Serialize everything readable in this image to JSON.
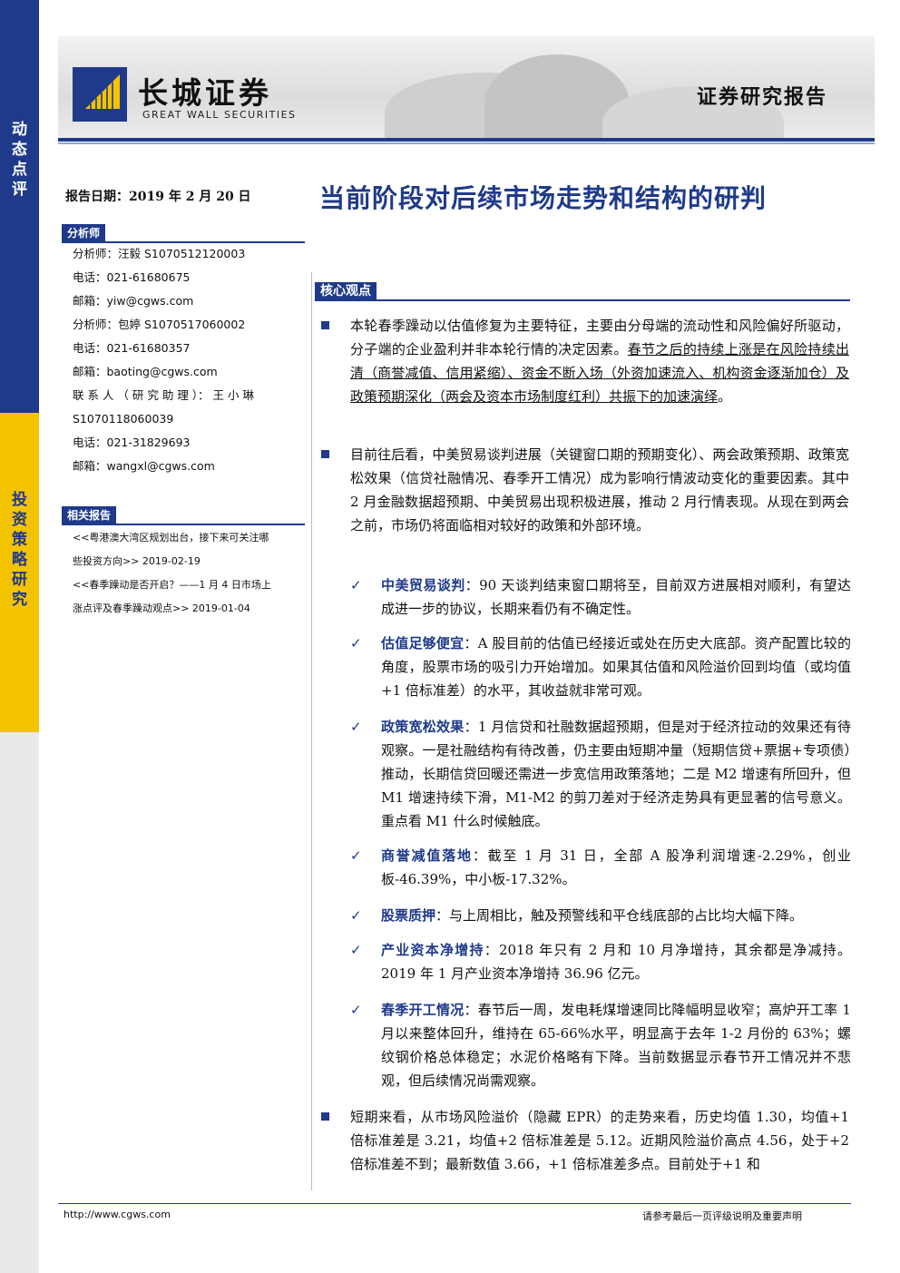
{
  "side_band": {
    "top_label": [
      "动",
      "态",
      "点",
      "评"
    ],
    "mid_label": [
      "投",
      "资",
      "策",
      "略",
      "研",
      "究"
    ]
  },
  "header": {
    "brand_cn": "长城证券",
    "brand_en": "GREAT WALL SECURITIES",
    "report_type": "证券研究报告"
  },
  "sidebar": {
    "date": "报告日期：2019 年 2 月 20 日",
    "analyst_head": "分析师",
    "contacts": [
      "分析师：汪毅 S1070512120003",
      "电话：021-61680675",
      "邮箱：yiw@cgws.com",
      "分析师：包婷 S1070517060002",
      "电话：021-61680357",
      "邮箱：baoting@cgws.com",
      "联 系 人 （ 研 究 助 理 ）： 王 小 琳",
      "S1070118060039",
      "电话：021-31829693",
      "邮箱：wangxl@cgws.com"
    ],
    "related_head": "相关报告",
    "related": [
      "<<粤港澳大湾区规划出台，接下来可关注哪",
      "些投资方向>> 2019-02-19",
      "<<春季躁动是否开启？——1 月 4 日市场上",
      "涨点评及春季躁动观点>> 2019-01-04"
    ]
  },
  "main": {
    "title": "当前阶段对后续市场走势和结构的研判",
    "core_head": "核心观点",
    "p1_plain": "本轮春季躁动以估值修复为主要特征，主要由分母端的流动性和风险偏好所驱动，分子端的企业盈利并非本轮行情的决定因素。",
    "p1_underlined": "春节之后的持续上涨是在风险持续出清（商誉减值、信用紧缩）、资金不断入场（外资加速流入、机构资金逐渐加仓）及政策预期深化（两会及资本市场制度红利）共振下的加速演绎",
    "p1_end": "。",
    "p2": "目前往后看，中美贸易谈判进展（关键窗口期的预期变化）、两会政策预期、政策宽松效果（信贷社融情况、春季开工情况）成为影响行情波动变化的重要因素。其中 2 月金融数据超预期、中美贸易出现积极进展，推动 2 月行情表现。从现在到两会之前，市场仍将面临相对较好的政策和外部环境。",
    "checks": [
      {
        "label": "中美贸易谈判",
        "text": "：90 天谈判结束窗口期将至，目前双方进展相对顺利，有望达成进一步的协议，长期来看仍有不确定性。"
      },
      {
        "label": "估值足够便宜",
        "text": "：A 股目前的估值已经接近或处在历史大底部。资产配置比较的角度，股票市场的吸引力开始增加。如果其估值和风险溢价回到均值（或均值+1 倍标准差）的水平，其收益就非常可观。"
      },
      {
        "label": "政策宽松效果",
        "text": "：1 月信贷和社融数据超预期，但是对于经济拉动的效果还有待观察。一是社融结构有待改善，仍主要由短期冲量（短期信贷+票据+专项债）推动，长期信贷回暖还需进一步宽信用政策落地；二是 M2 增速有所回升，但 M1 增速持续下滑，M1-M2 的剪刀差对于经济走势具有更显著的信号意义。重点看 M1 什么时候触底。"
      },
      {
        "label": "商誉减值落地",
        "text": "：截至 1 月 31 日，全部 A 股净利润增速-2.29%，创业板-46.39%，中小板-17.32%。"
      },
      {
        "label": "股票质押",
        "text": "：与上周相比，触及预警线和平仓线底部的占比均大幅下降。"
      },
      {
        "label": "产业资本净增持",
        "text": "：2018 年只有 2 月和 10 月净增持，其余都是净减持。2019 年 1 月产业资本净增持 36.96 亿元。"
      },
      {
        "label": "春季开工情况",
        "text": "：春节后一周，发电耗煤增速同比降幅明显收窄；高炉开工率 1 月以来整体回升，维持在 65-66%水平，明显高于去年 1-2 月份的 63%；螺纹钢价格总体稳定；水泥价格略有下降。当前数据显示春节开工情况并不悲观，但后续情况尚需观察。"
      }
    ],
    "p3": "短期来看，从市场风险溢价（隐藏 EPR）的走势来看，历史均值 1.30，均值+1 倍标准差是 3.21，均值+2 倍标准差是 5.12。近期风险溢价高点 4.56，处于+2 倍标准差不到；最新数值 3.66，+1 倍标准差多点。目前处于+1 和"
  },
  "footer": {
    "url": "http://www.cgws.com",
    "note": "请参考最后一页评级说明及重要声明"
  },
  "colors": {
    "brand_blue": "#1f3a8a",
    "brand_yellow": "#f4c300"
  }
}
